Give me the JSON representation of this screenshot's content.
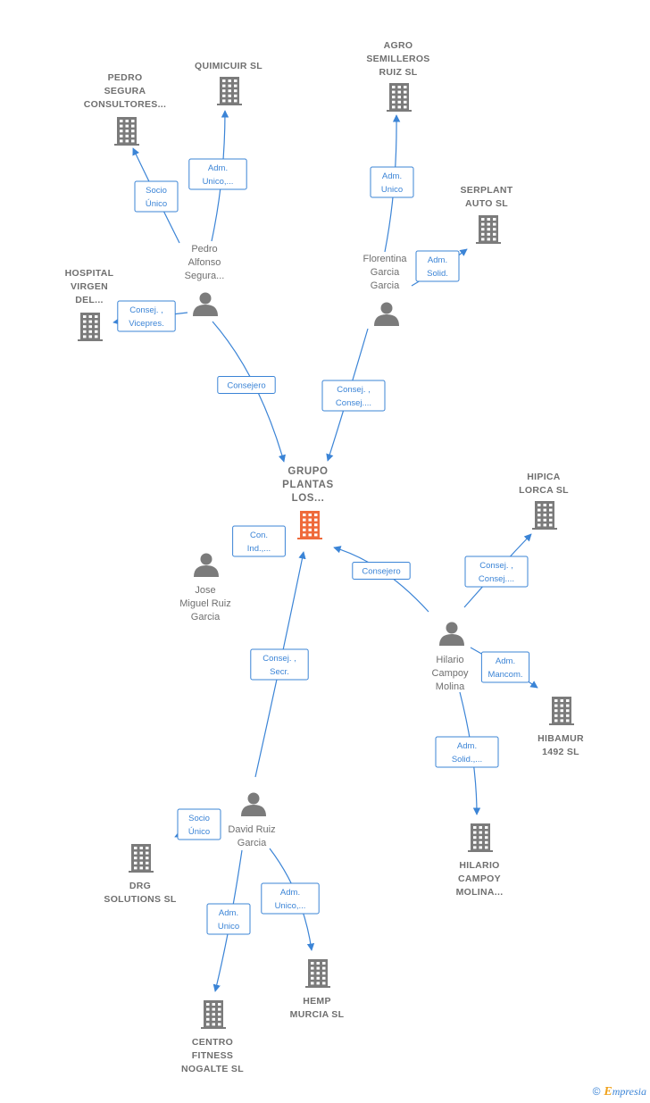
{
  "colors": {
    "edge": "#3b84d6",
    "node": "#7b7b7b",
    "center": "#ef6a3b",
    "text": "#6f6f6f"
  },
  "nodes": [
    {
      "id": "grupo",
      "type": "company-center",
      "lines": [
        "GRUPO",
        "PLANTAS",
        "LOS..."
      ]
    },
    {
      "id": "pedro_segura_cons",
      "type": "company",
      "lines": [
        "PEDRO",
        "SEGURA",
        "CONSULTORES..."
      ]
    },
    {
      "id": "quimicuir",
      "type": "company",
      "lines": [
        "QUIMICUIR SL"
      ]
    },
    {
      "id": "agro",
      "type": "company",
      "lines": [
        "AGRO",
        "SEMILLEROS",
        "RUIZ SL"
      ]
    },
    {
      "id": "serplant",
      "type": "company",
      "lines": [
        "SERPLANT",
        "AUTO SL"
      ]
    },
    {
      "id": "hospital",
      "type": "company",
      "lines": [
        "HOSPITAL",
        "VIRGEN",
        "DEL..."
      ]
    },
    {
      "id": "hipica",
      "type": "company",
      "lines": [
        "HIPICA",
        "LORCA SL"
      ]
    },
    {
      "id": "hibamur",
      "type": "company",
      "lines": [
        "HIBAMUR",
        "1492 SL"
      ]
    },
    {
      "id": "hilario_co",
      "type": "company",
      "lines": [
        "HILARIO",
        "CAMPOY",
        "MOLINA..."
      ]
    },
    {
      "id": "drg",
      "type": "company",
      "lines": [
        "DRG",
        "SOLUTIONS SL"
      ]
    },
    {
      "id": "hemp",
      "type": "company",
      "lines": [
        "HEMP",
        "MURCIA SL"
      ]
    },
    {
      "id": "centro",
      "type": "company",
      "lines": [
        "CENTRO",
        "FITNESS",
        "NOGALTE SL"
      ]
    },
    {
      "id": "pedro",
      "type": "person",
      "lines": [
        "Pedro",
        "Alfonso",
        "Segura..."
      ]
    },
    {
      "id": "florentina",
      "type": "person",
      "lines": [
        "Florentina",
        "Garcia",
        "Garcia"
      ]
    },
    {
      "id": "jose",
      "type": "person",
      "lines": [
        "Jose",
        "Miguel Ruiz",
        "Garcia"
      ]
    },
    {
      "id": "hilario",
      "type": "person",
      "lines": [
        "Hilario",
        "Campoy",
        "Molina"
      ]
    },
    {
      "id": "david",
      "type": "person",
      "lines": [
        "David Ruiz",
        "Garcia"
      ]
    }
  ],
  "edges": [
    {
      "from": "pedro",
      "to": "pedro_segura_cons",
      "role": [
        "Socio",
        "Único"
      ]
    },
    {
      "from": "pedro",
      "to": "quimicuir",
      "role": [
        "Adm.",
        "Unico,..."
      ]
    },
    {
      "from": "pedro",
      "to": "hospital",
      "role": [
        "Consej. ,",
        "Vicepres."
      ]
    },
    {
      "from": "pedro",
      "to": "grupo",
      "role": [
        "Consejero"
      ]
    },
    {
      "from": "florentina",
      "to": "agro",
      "role": [
        "Adm.",
        "Unico"
      ]
    },
    {
      "from": "florentina",
      "to": "serplant",
      "role": [
        "Adm.",
        "Solid."
      ]
    },
    {
      "from": "florentina",
      "to": "grupo",
      "role": [
        "Consej. ,",
        "Consej...."
      ]
    },
    {
      "from": "jose",
      "to": "grupo",
      "role": [
        "Con.",
        "Ind.,..."
      ]
    },
    {
      "from": "hilario",
      "to": "grupo",
      "role": [
        "Consejero"
      ]
    },
    {
      "from": "hilario",
      "to": "hipica",
      "role": [
        "Consej. ,",
        "Consej...."
      ]
    },
    {
      "from": "hilario",
      "to": "hibamur",
      "role": [
        "Adm.",
        "Mancom."
      ]
    },
    {
      "from": "hilario",
      "to": "hilario_co",
      "role": [
        "Adm.",
        "Solid.,..."
      ]
    },
    {
      "from": "david",
      "to": "grupo",
      "role": [
        "Consej. ,",
        "Secr."
      ]
    },
    {
      "from": "david",
      "to": "drg",
      "role": [
        "Socio",
        "Único"
      ]
    },
    {
      "from": "david",
      "to": "hemp",
      "role": [
        "Adm.",
        "Unico,..."
      ]
    },
    {
      "from": "david",
      "to": "centro",
      "role": [
        "Adm.",
        "Unico"
      ]
    }
  ],
  "footer": {
    "copyright": "©",
    "brand_first": "E",
    "brand_rest": "mpresia"
  }
}
